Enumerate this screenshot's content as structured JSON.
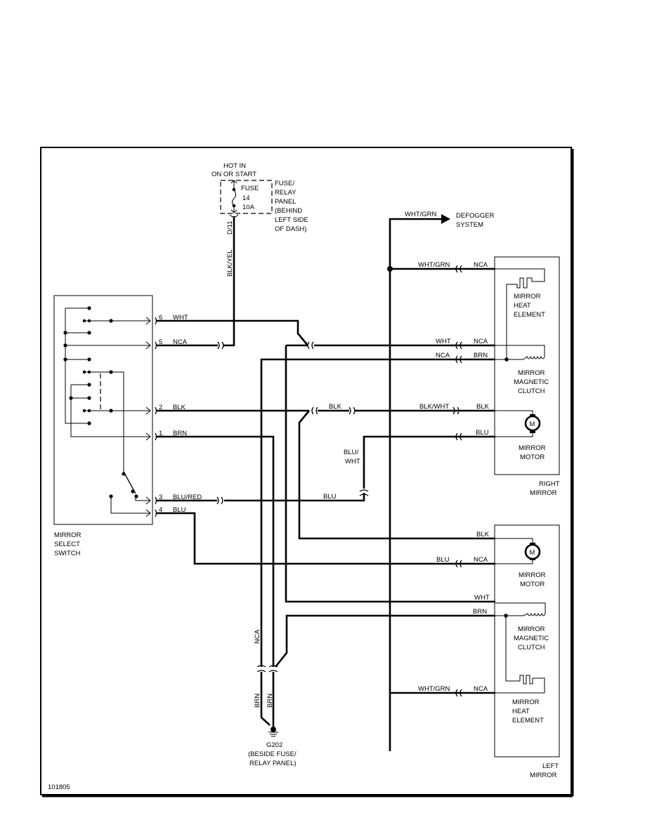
{
  "diagram": {
    "figure_id": "101805",
    "power": {
      "line1": "HOT IN",
      "line2": "ON OR START"
    },
    "fuse": {
      "l1": "FUSE",
      "l2": "14",
      "l3": "10A"
    },
    "fuse_panel": {
      "l1": "FUSE/",
      "l2": "RELAY",
      "l3": "PANEL",
      "l4": "(BEHIND",
      "l5": "LEFT SIDE",
      "l6": "OF DASH)"
    },
    "fuse_terminal": "D/11",
    "feed_wire": "BLK/YEL",
    "defogger": {
      "wire": "WHT/GRN",
      "l1": "DEFOGGER",
      "l2": "SYSTEM"
    },
    "switch": {
      "l1": "MIRROR",
      "l2": "SELECT",
      "l3": "SWITCH",
      "pins": [
        {
          "num": "6",
          "wire": "WHT"
        },
        {
          "num": "5",
          "wire": "NCA"
        },
        {
          "num": "2",
          "wire": "BLK"
        },
        {
          "num": "1",
          "wire": "BRN"
        },
        {
          "num": "3",
          "wire": "BLU/RED"
        },
        {
          "num": "4",
          "wire": "BLU"
        }
      ]
    },
    "mid_labels": {
      "blk": "BLK",
      "blu": "BLU",
      "bluwht1": "BLU/",
      "bluwht2": "WHT"
    },
    "right_mirror": {
      "l1": "RIGHT",
      "l2": "MIRROR",
      "heat": {
        "l1": "MIRROR",
        "l2": "HEAT",
        "l3": "ELEMENT"
      },
      "clutch": {
        "l1": "MIRROR",
        "l2": "MAGNETIC",
        "l3": "CLUTCH"
      },
      "motor": {
        "l1": "MIRROR",
        "l2": "MOTOR",
        "symbol": "M"
      },
      "wires": [
        {
          "outer": "WHT/GRN",
          "inner": "NCA"
        },
        {
          "outer": "WHT",
          "inner": "NCA"
        },
        {
          "outer": "NCA",
          "inner": "BRN"
        },
        {
          "outer": "BLK/WHT",
          "inner": "BLK"
        },
        {
          "outer": "",
          "inner": "BLU"
        }
      ]
    },
    "left_mirror": {
      "l1": "LEFT",
      "l2": "MIRROR",
      "heat": {
        "l1": "MIRROR",
        "l2": "HEAT",
        "l3": "ELEMENT"
      },
      "clutch": {
        "l1": "MIRROR",
        "l2": "MAGNETIC",
        "l3": "CLUTCH"
      },
      "motor": {
        "l1": "MIRROR",
        "l2": "MOTOR",
        "symbol": "M"
      },
      "wires": [
        {
          "outer": "",
          "inner": "BLK"
        },
        {
          "outer": "BLU",
          "inner": "NCA"
        },
        {
          "outer": "",
          "inner": "WHT"
        },
        {
          "outer": "",
          "inner": "BRN"
        },
        {
          "outer": "WHT/GRN",
          "inner": "NCA"
        }
      ]
    },
    "ground": {
      "wire_nca": "NCA",
      "wire_brn1": "BRN",
      "wire_brn2": "BRN",
      "id": "G202",
      "l1": "(BESIDE FUSE/",
      "l2": "RELAY PANEL)"
    }
  }
}
